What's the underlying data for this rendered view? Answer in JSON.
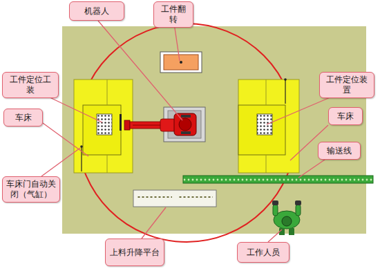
{
  "diagram": {
    "nodes": [
      {
        "text": [
          "机器人"
        ]
      },
      {
        "text": [
          "工件翻转"
        ]
      },
      {
        "text": [
          "工件定位工装"
        ]
      },
      {
        "text": [
          "工件定位装置"
        ]
      },
      {
        "text": [
          "车床"
        ]
      },
      {
        "text": [
          "车床"
        ]
      },
      {
        "text": [
          "输送线"
        ]
      },
      {
        "text": [
          "车床门自动关闭（气缸）"
        ]
      },
      {
        "text": [
          "上料升降平台"
        ]
      },
      {
        "text": [
          "工作人员"
        ]
      }
    ]
  }
}
